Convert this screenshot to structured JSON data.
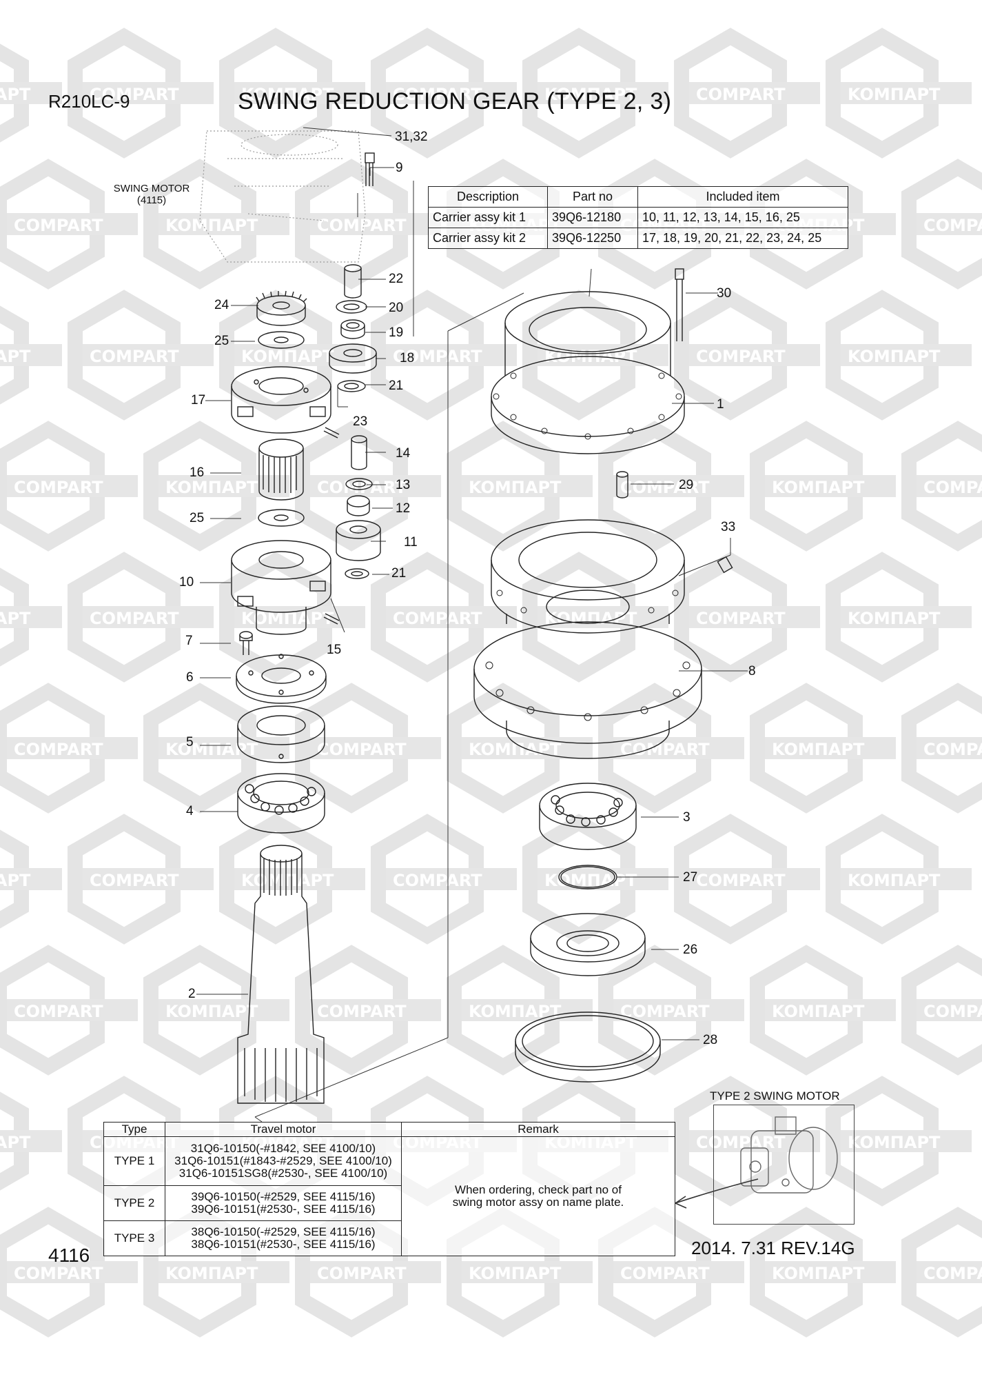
{
  "header": {
    "model": "R210LC-9",
    "title": "SWING REDUCTION GEAR (TYPE 2, 3)"
  },
  "swing_motor_label": {
    "line1": "SWING MOTOR",
    "line2": "(4115)"
  },
  "watermarks": [
    "KOMПАРТ",
    "COMPART"
  ],
  "kit_table": {
    "headers": [
      "Description",
      "Part no",
      "Included item"
    ],
    "rows": [
      {
        "description": "Carrier assy kit 1",
        "part_no": "39Q6-12180",
        "items": "10, 11, 12, 13, 14, 15, 16, 25"
      },
      {
        "description": "Carrier assy kit 2",
        "part_no": "39Q6-12250",
        "items": "17, 18, 19, 20, 21, 22, 23, 24, 25"
      }
    ]
  },
  "callouts": [
    "31,32",
    "9",
    "22",
    "24",
    "20",
    "25",
    "19",
    "18",
    "21",
    "17",
    "23",
    "14",
    "16",
    "13",
    "25",
    "12",
    "11",
    "21",
    "10",
    "7",
    "15",
    "6",
    "5",
    "4",
    "2",
    "30",
    "1",
    "29",
    "33",
    "8",
    "3",
    "27",
    "26",
    "28"
  ],
  "type_table": {
    "headers": [
      "Type",
      "Travel motor",
      "Remark"
    ],
    "rows": [
      {
        "type": "TYPE 1",
        "motor": [
          "31Q6-10150(-#1842, SEE 4100/10)",
          "31Q6-10151(#1843-#2529, SEE 4100/10)",
          "31Q6-10151SG8(#2530-, SEE 4100/10)"
        ]
      },
      {
        "type": "TYPE 2",
        "motor": [
          "39Q6-10150(-#2529, SEE 4115/16)",
          "39Q6-10151(#2530-, SEE 4115/16)"
        ]
      },
      {
        "type": "TYPE 3",
        "motor": [
          "38Q6-10150(-#2529, SEE 4115/16)",
          "38Q6-10151(#2530-, SEE 4115/16)"
        ]
      }
    ],
    "remark": [
      "When ordering, check part no of",
      "swing motor assy on name plate."
    ]
  },
  "type2_caption": "TYPE 2 SWING MOTOR",
  "footer": {
    "page": "4116",
    "revision": "2014. 7.31  REV.14G"
  }
}
